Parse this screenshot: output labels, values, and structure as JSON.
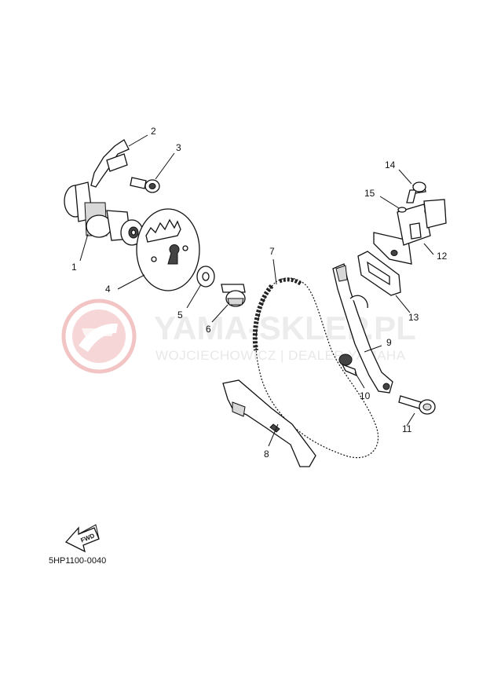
{
  "watermark": {
    "title": "YAMA-SKLEP.PL",
    "subtitle": "WOJCIECHOWICZ | DEALER YAMAHA",
    "logo_color": "#f2c4c4",
    "text_color": "#e6e6e6"
  },
  "labels": {
    "p1": "1",
    "p2": "2",
    "p3": "3",
    "p4": "4",
    "p5": "5",
    "p6": "6",
    "p7": "7",
    "p8": "8",
    "p9": "9",
    "p10": "10",
    "p11": "11",
    "p12": "12",
    "p13": "13",
    "p14": "14",
    "p15": "15"
  },
  "forward_label": "FWD",
  "diagram_code": "5HP1100-0040"
}
